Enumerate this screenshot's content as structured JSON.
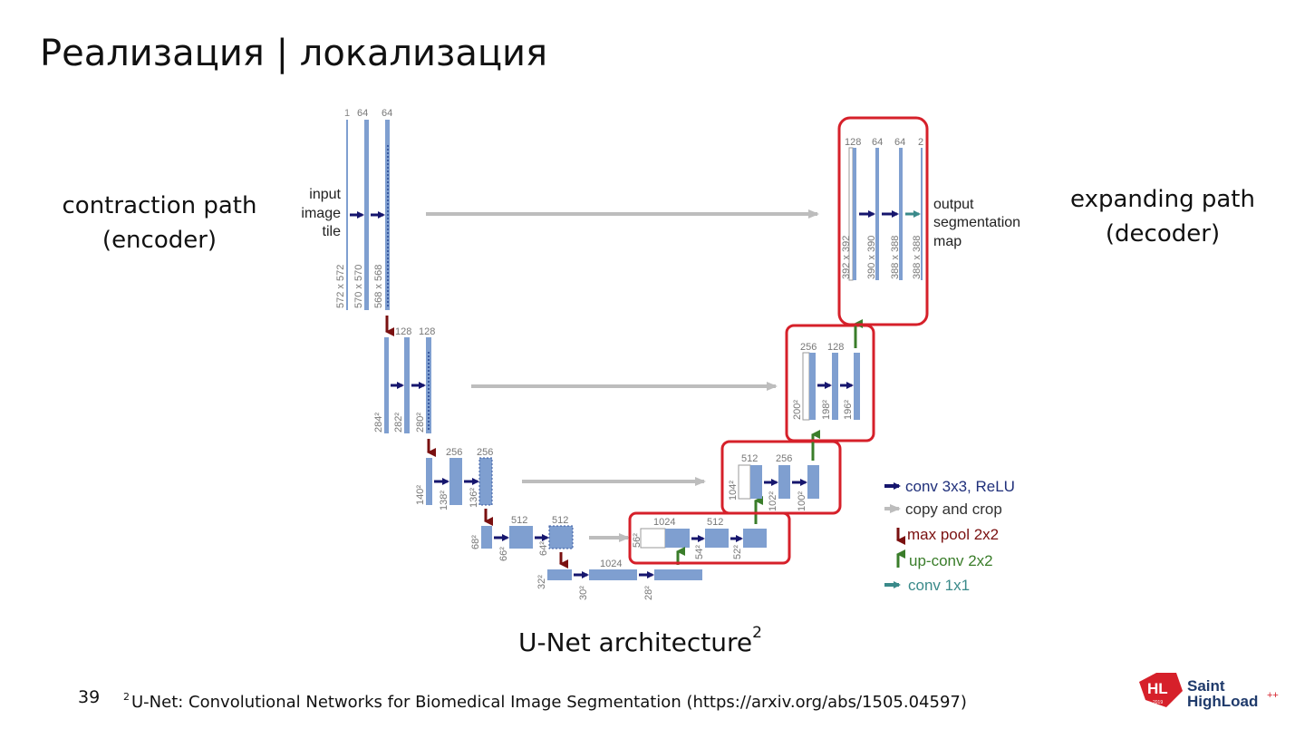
{
  "slide": {
    "title": "Реализация | локализация",
    "left_label_line1": "contraction path",
    "left_label_line2": "(encoder)",
    "right_label_line1": "expanding path",
    "right_label_line2": "(decoder)",
    "caption": "U-Net architecture",
    "caption_sup": "2",
    "page_number": "39",
    "footnote_sup": "2",
    "footnote": "U-Net: Convolutional Networks for Biomedical Image Segmentation (https://arxiv.org/abs/1505.04597)"
  },
  "diagram": {
    "input_label": [
      "input",
      "image",
      "tile"
    ],
    "output_label": [
      "output",
      "segmentation",
      "map"
    ],
    "channels": {
      "l1_in": "1",
      "l1_a": "64",
      "l1_b": "64",
      "l2_a": "128",
      "l2_b": "128",
      "l3_a": "256",
      "l3_b": "256",
      "l4_a": "512",
      "l4_b": "512",
      "l5_a": "1024",
      "u4_a": "1024",
      "u4_b": "512",
      "u3_a": "512",
      "u3_b": "256",
      "u2_a": "256",
      "u2_b": "128",
      "u1_a": "128",
      "u1_b": "64",
      "u1_c": "64",
      "u1_out": "2"
    },
    "sizes": {
      "l1_in": "572 x 572",
      "l1_a": "570 x 570",
      "l1_b": "568 x 568",
      "l2_in": "284²",
      "l2_a": "282²",
      "l2_b": "280²",
      "l3_in": "140²",
      "l3_a": "138²",
      "l3_b": "136²",
      "l4_in": "68²",
      "l4_a": "66²",
      "l4_b": "64²",
      "l5_in": "32²",
      "l5_a": "30²",
      "l5_b": "28²",
      "u4_in": "56²",
      "u4_a": "54²",
      "u4_b": "52²",
      "u3_in": "104²",
      "u3_a": "102²",
      "u3_b": "100²",
      "u2_in": "200²",
      "u2_a": "198²",
      "u2_b": "196²",
      "u1_in": "392 x 392",
      "u1_a": "390 x 390",
      "u1_b": "388 x 388",
      "u1_c": "388 x 388"
    },
    "legend": {
      "conv": "conv 3x3, ReLU",
      "copy": "copy and crop",
      "pool": "max pool 2x2",
      "upconv": "up-conv 2x2",
      "conv1": "conv 1x1"
    },
    "colors": {
      "block": "#7f9fd0",
      "conv_arrow": "#16166e",
      "copy_arrow": "#bdbdbd",
      "pool_arrow": "#7a1010",
      "up_arrow": "#3a7d2a",
      "conv1_arrow": "#3a8a8a",
      "highlight": "#d6202a"
    }
  },
  "logo": {
    "badge": "HL",
    "badge_year": "2019",
    "name_line1": "Saint",
    "name_line2": "HighLoad",
    "plus": "++"
  }
}
